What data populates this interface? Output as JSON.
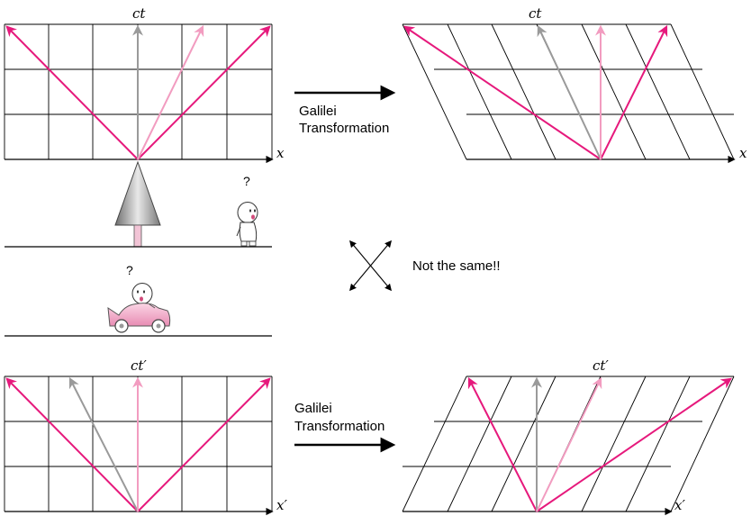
{
  "colors": {
    "light_ray": "#e6197c",
    "still_observer": "#9a9a9a",
    "moving_observer": "#f29cc0",
    "grid": "#000000",
    "car_body": "#f6b3cf",
    "tree_body": "#a8a8a8",
    "trunk": "#f2c4d6"
  },
  "panels": {
    "top_left": {
      "ct_label": "ct",
      "x_label": "x"
    },
    "top_right": {
      "ct_label": "ct",
      "x_label": "x"
    },
    "bottom_left": {
      "ct_label": "ct′",
      "x_label": "x′"
    },
    "bottom_right": {
      "ct_label": "ct′",
      "x_label": "x′"
    }
  },
  "transforms": {
    "top": {
      "line1": "Galilei",
      "line2": "Transformation"
    },
    "bottom": {
      "line1": "Galilei",
      "line2": "Transformation"
    }
  },
  "comparison": {
    "label": "Not the same!!"
  },
  "scene": {
    "standing_person_mark": "?",
    "car_person_mark": "?"
  },
  "icons": {
    "tree": "tree-icon",
    "person": "person-icon",
    "car": "car-icon",
    "cross_arrows": "cross-arrows-icon"
  }
}
